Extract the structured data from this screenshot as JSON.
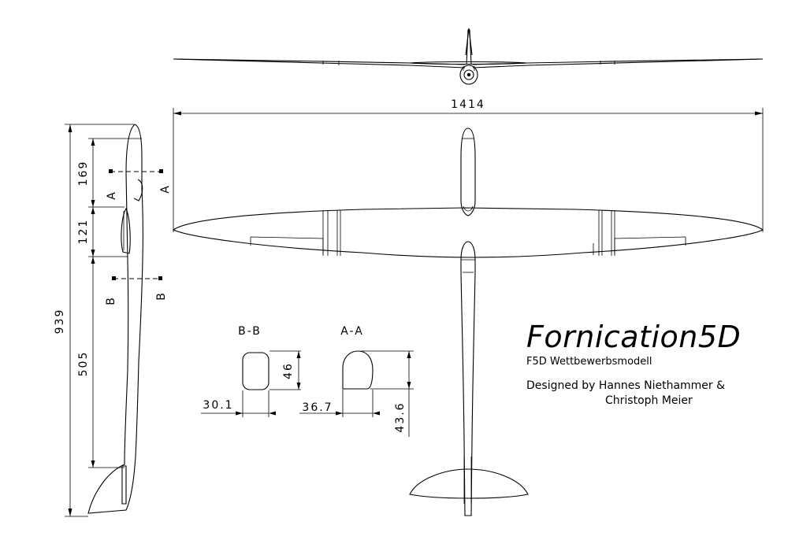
{
  "dimensions": {
    "wingspan": "1414",
    "fuselage_length": "939",
    "seg_169": "169",
    "seg_121": "121",
    "seg_505": "505",
    "bb_width": "30.1",
    "bb_height": "46",
    "aa_width": "36.7",
    "aa_height": "43.6"
  },
  "section_labels": {
    "a": "A",
    "b": "B",
    "bb_title": "B-B",
    "aa_title": "A-A"
  },
  "title_block": {
    "model_name": "Fornication5D",
    "subtitle": "F5D Wettbewerbsmodell",
    "designers_line1": "Designed by Hannes Niethammer &",
    "designers_line2": "Christoph Meier"
  }
}
